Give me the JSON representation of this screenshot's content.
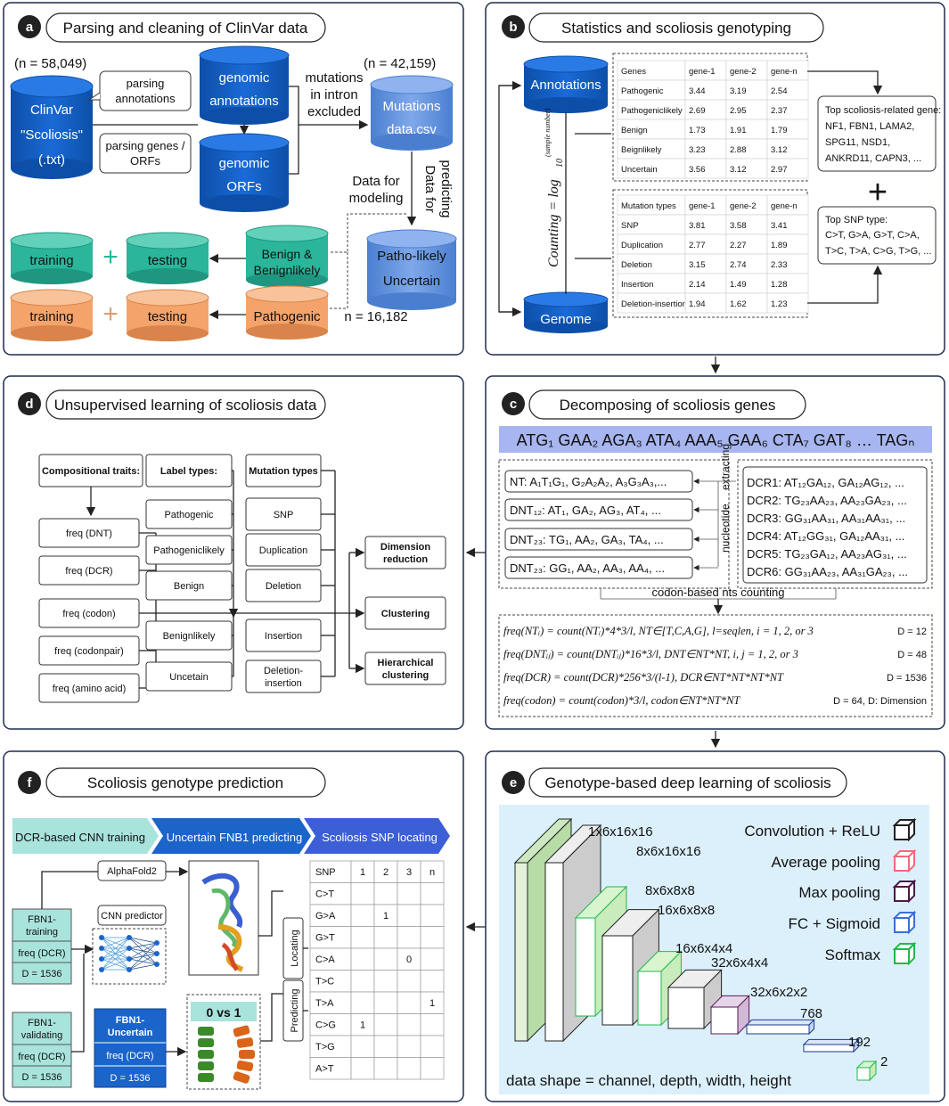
{
  "colors": {
    "cyl_blue": "#1565c0",
    "cyl_light": "#5b8fd9",
    "teal": "#2bb59a",
    "teal_light": "#59c9ae",
    "orange": "#f4a46b",
    "seq_bg": "#a7b5f0",
    "panel_e_bg": "#dcf0fb",
    "arrow_teal": "#a8e3dc",
    "arrow_mid": "#1b64c9",
    "arrow_dark": "#3c5fd6"
  },
  "panel_a": {
    "badge": "a",
    "title": "Parsing and cleaning of ClinVar data",
    "n1": "(n = 58,049)",
    "n2": "(n = 42,159)",
    "n3": "n = 16,182",
    "clinvar": [
      "ClinVar",
      "\"Scoliosis\"",
      "(.txt)"
    ],
    "parsing_annotations": [
      "parsing",
      "annotations"
    ],
    "parsing_genes": [
      "parsing genes /",
      "ORFs"
    ],
    "genomic_annotations": [
      "genomic",
      "annotations"
    ],
    "genomic_orfs": [
      "genomic",
      "ORFs"
    ],
    "mutations_excluded": [
      "mutations",
      "in intron",
      "excluded"
    ],
    "mutations_csv": [
      "Mutations",
      "data.csv"
    ],
    "data_for_modeling": [
      "Data for",
      "modeling"
    ],
    "data_for_predicting": [
      "Data for",
      "predicting"
    ],
    "patho_uncertain": [
      "Patho-likely",
      "Uncertain"
    ],
    "benign": [
      "Benign &",
      "Benignlikely"
    ],
    "pathogenic": "Pathogenic",
    "training": "training",
    "testing": "testing"
  },
  "panel_b": {
    "badge": "b",
    "title": "Statistics and scoliosis genotyping",
    "annotations": "Annotations",
    "genome": "Genome",
    "counting": "Counting = log",
    "counting_sub": "10",
    "counting_sup": "(sample number)",
    "table1": {
      "headers": [
        "Genes",
        "gene-1",
        "gene-2",
        "gene-n"
      ],
      "rows": [
        [
          "Pathogenic",
          "3.44",
          "3.19",
          "2.54"
        ],
        [
          "Pathogeniclikely",
          "2.69",
          "2.95",
          "2.37"
        ],
        [
          "Benign",
          "1.73",
          "1.91",
          "1.79"
        ],
        [
          "Beignlikely",
          "3.23",
          "2.88",
          "3.12"
        ],
        [
          "Uncertain",
          "3.56",
          "3.12",
          "2.97"
        ]
      ]
    },
    "table2": {
      "headers": [
        "Mutation types",
        "gene-1",
        "gene-2",
        "gene-n"
      ],
      "rows": [
        [
          "SNP",
          "3.81",
          "3.58",
          "3.41"
        ],
        [
          "Duplication",
          "2.77",
          "2.27",
          "1.89"
        ],
        [
          "Deletion",
          "3.15",
          "2.74",
          "2.33"
        ],
        [
          "Insertion",
          "2.14",
          "1.49",
          "1.28"
        ],
        [
          "Deletion-insertion",
          "1.94",
          "1.62",
          "1.23"
        ]
      ]
    },
    "top_genes": [
      "Top scoliosis-related gene:",
      "NF1, FBN1, LAMA2,",
      "SPG11, NSD1,",
      "ANKRD11, CAPN3,  ..."
    ],
    "top_snp": [
      "Top SNP type:",
      "C>T, G>A, G>T, C>A,",
      "T>C, T>A, C>G, T>G, ..."
    ]
  },
  "panel_c": {
    "badge": "c",
    "title": "Decomposing of scoliosis genes",
    "seq": "ATG₁ GAA₂ AGA₃ ATA₄ AAA₅ GAA₆ CTA₇ GAT₈ … TAGₙ",
    "left": [
      "NT: A₁T₁G₁, G₂A₂A₂, A₃G₃A₃,...",
      "DNT₁₂: AT₁, GA₂, AG₃, AT₄, ...",
      "DNT₂₃: TG₁, AA₂, GA₃, TA₄, ...",
      "DNT₂₃: GG₁, AA₂, AA₃, AA₄, ..."
    ],
    "right": [
      "DCR1: AT₁₂GA₁₂, GA₁₂AG₁₂, ...",
      "DCR2: TG₂₃AA₂₃, AA₂₃GA₂₃, ...",
      "DCR3: GG₃₁AA₃₁, AA₃₁AA₃₁, ...",
      "DCR4: AT₁₂GG₃₁, GA₁₂AA₃₁, ...",
      "DCR5: TG₂₃GA₁₂, AA₂₃AG₃₁, ...",
      "DCR6: GG₃₁AA₂₃, AA₃₁GA₂₃, ..."
    ],
    "extracting": "extracting",
    "nucleotide": "nucleotide",
    "counting": "codon-based nts counting",
    "formulas": [
      {
        "f": "freq(NTᵢ) = count(NTᵢ)*4*3/l,  NT∈[T,C,A,G], l=seqlen, i = 1, 2, or 3",
        "d": "D = 12"
      },
      {
        "f": "freq(DNTᵢⱼ) = count(DNTᵢⱼ)*16*3/l,  DNT∈NT*NT, i, j = 1, 2, or 3",
        "d": "D = 48"
      },
      {
        "f": "freq(DCR) = count(DCR)*256*3/(l-1),  DCR∈NT*NT*NT*NT",
        "d": "D = 1536"
      },
      {
        "f": "freq(codon) = count(codon)*3/l, codon∈NT*NT*NT",
        "d": "D = 64, D: Dimension"
      }
    ]
  },
  "panel_d": {
    "badge": "d",
    "title": "Unsupervised learning of scoliosis data",
    "comp_header": "Compositional traits:",
    "comp": [
      "freq (DNT)",
      "freq (DCR)",
      "freq (codon)",
      "freq (codonpair)",
      "freq (amino acid)"
    ],
    "label_header": "Label types:",
    "labels": [
      "Pathogenic",
      "Pathogeniclikely",
      "Benign",
      "Benignlikely",
      "Uncetain"
    ],
    "mut_header": "Mutation types",
    "muts": [
      "SNP",
      "Duplication",
      "Deletion",
      "Insertion",
      [
        "Deletion-",
        "insertion"
      ]
    ],
    "outputs": [
      [
        "Dimension",
        "reduction"
      ],
      [
        "Clustering"
      ],
      [
        "Hierarchical",
        "clustering"
      ]
    ]
  },
  "panel_e": {
    "badge": "e",
    "title": "Genotype-based deep learning of scoliosis",
    "legend": [
      "Convolution + ReLU",
      "Average pooling",
      "Max pooling",
      "FC + Sigmoid",
      "Softmax"
    ],
    "legend_colors": [
      "#222222",
      "#f06b7a",
      "#4a1a4a",
      "#3a6fd9",
      "#22b84a"
    ],
    "shapes": [
      "1x6x16x16",
      "8x6x16x16",
      "8x6x8x8",
      "16x6x8x8",
      "16x6x4x4",
      "32x6x4x4",
      "32x6x2x2",
      "768",
      "192",
      "2"
    ],
    "caption": "data shape = channel, depth, width, height"
  },
  "panel_f": {
    "badge": "f",
    "title": "Scoliosis genotype prediction",
    "steps": [
      "DCR-based CNN training",
      "Uncertain FNB1 predicting",
      "Scoliosis SNP locating"
    ],
    "alphafold": "AlphaFold2",
    "cnn": "CNN predictor",
    "train": [
      "FBN1-",
      "training",
      "freq (DCR)",
      "D = 1536"
    ],
    "valid": [
      "FBN1-",
      "validating",
      "freq (DCR)",
      "D = 1536"
    ],
    "uncertain": [
      "FBN1-",
      "Uncertain",
      "freq (DCR)",
      "D = 1536"
    ],
    "vs": "0  vs  1",
    "locating": "Locating",
    "predicting": "Predicting",
    "table": {
      "headers": [
        "SNP",
        "1",
        "2",
        "3",
        "n"
      ],
      "rows": [
        [
          "C>T",
          "",
          "",
          "",
          ""
        ],
        [
          "G>A",
          "",
          "1",
          "",
          ""
        ],
        [
          "G>T",
          "",
          "",
          "",
          ""
        ],
        [
          "C>A",
          "",
          "",
          "0",
          ""
        ],
        [
          "T>C",
          "",
          "",
          "",
          ""
        ],
        [
          "T>A",
          "",
          "",
          "",
          "1"
        ],
        [
          "C>G",
          "1",
          "",
          "",
          ""
        ],
        [
          "T>G",
          "",
          "",
          "",
          ""
        ],
        [
          "A>T",
          "",
          "",
          "",
          ""
        ]
      ]
    }
  }
}
